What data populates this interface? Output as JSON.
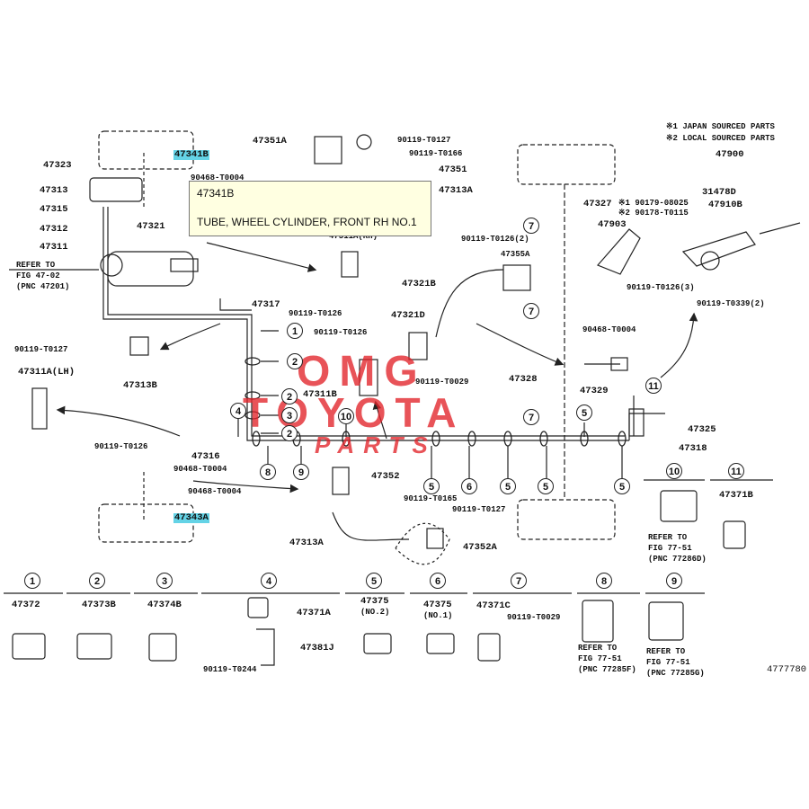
{
  "tooltip": {
    "part_no": "47341B",
    "description": "TUBE, WHEEL CYLINDER, FRONT RH NO.1"
  },
  "notes": {
    "japan": "※1 JAPAN SOURCED PARTS",
    "local": "※2 LOCAL SOURCED PARTS"
  },
  "watermark": {
    "line1": "OMG",
    "line2": "TOYOTA",
    "line3": "PARTS"
  },
  "figure_id": "4777780",
  "colors": {
    "highlight": "#64d3e6",
    "watermark": "#e2232a"
  },
  "labels": {
    "p47341b": "47341B",
    "p47323": "47323",
    "p47313": "47313",
    "p47315": "47315",
    "p47312": "47312",
    "p47311": "47311",
    "p47321": "47321",
    "refer1": "REFER TO",
    "refer2": "FIG 47-02",
    "refer3": "(PNC 47201)",
    "p90468a": "90468-T0004",
    "p47351a": "47351A",
    "p90119_127": "90119-T0127",
    "p90119_166": "90119-T0166",
    "p47351": "47351",
    "p47313a_top": "47313A",
    "p47311a_rh": "47311A(RH)",
    "p90119_126_top": "90119-T0126",
    "p47317": "47317",
    "p90119_127_left": "90119-T0127",
    "p47313b": "47313B",
    "p47311a_lh": "47311A(LH)",
    "p90119_126_left": "90119-T0126",
    "p47316": "47316",
    "p90468b": "90468-T0004",
    "p90468c": "90468-T0004",
    "p47343a": "47343A",
    "p47321d": "47321D",
    "p90119_126_mid": "90119-T0126",
    "p90119_029_mid": "90119-T0029",
    "p47311b": "47311B",
    "p47352": "47352",
    "p90119_165": "90119-T0165",
    "p90119_127_bot": "90119-T0127",
    "p47313a_bot": "47313A",
    "p47352a": "47352A",
    "p47321b": "47321B",
    "p47355a": "47355A",
    "p90119_126_2": "90119-T0126(2)",
    "p47327": "47327",
    "p47328": "47328",
    "p47329": "47329",
    "p90468_right": "90468-T0004",
    "p47325": "47325",
    "p47318": "47318",
    "p47900": "47900",
    "p31478d": "31478D",
    "p47910b": "47910B",
    "p47903": "47903",
    "p90179": "※1 90179-08025",
    "p90178": "※2 90178-T0115",
    "p90119_126_3": "90119-T0126(3)",
    "p90119_339": "90119-T0339(2)",
    "p47371b": "47371B",
    "refer77a1": "REFER TO",
    "refer77a2": "FIG 77-51",
    "refer77a3": "(PNC 77286D)",
    "b47372": "47372",
    "b47373b": "47373B",
    "b47374b": "47374B",
    "b47371a": "47371A",
    "b47381j": "47381J",
    "b90119_244": "90119-T0244",
    "b47375_2": "47375",
    "b47375_2n": "(NO.2)",
    "b47375_1": "47375",
    "b47375_1n": "(NO.1)",
    "b47371c": "47371C",
    "b90119_029": "90119-T0029",
    "refer77b1": "REFER TO",
    "refer77b2": "FIG 77-51",
    "refer77b3": "(PNC 77285F)",
    "refer77c1": "REFER TO",
    "refer77c2": "FIG 77-51",
    "refer77c3": "(PNC 77285G)"
  },
  "callouts": [
    "1",
    "2",
    "3",
    "4",
    "5",
    "6",
    "7",
    "8",
    "9",
    "10",
    "11"
  ]
}
